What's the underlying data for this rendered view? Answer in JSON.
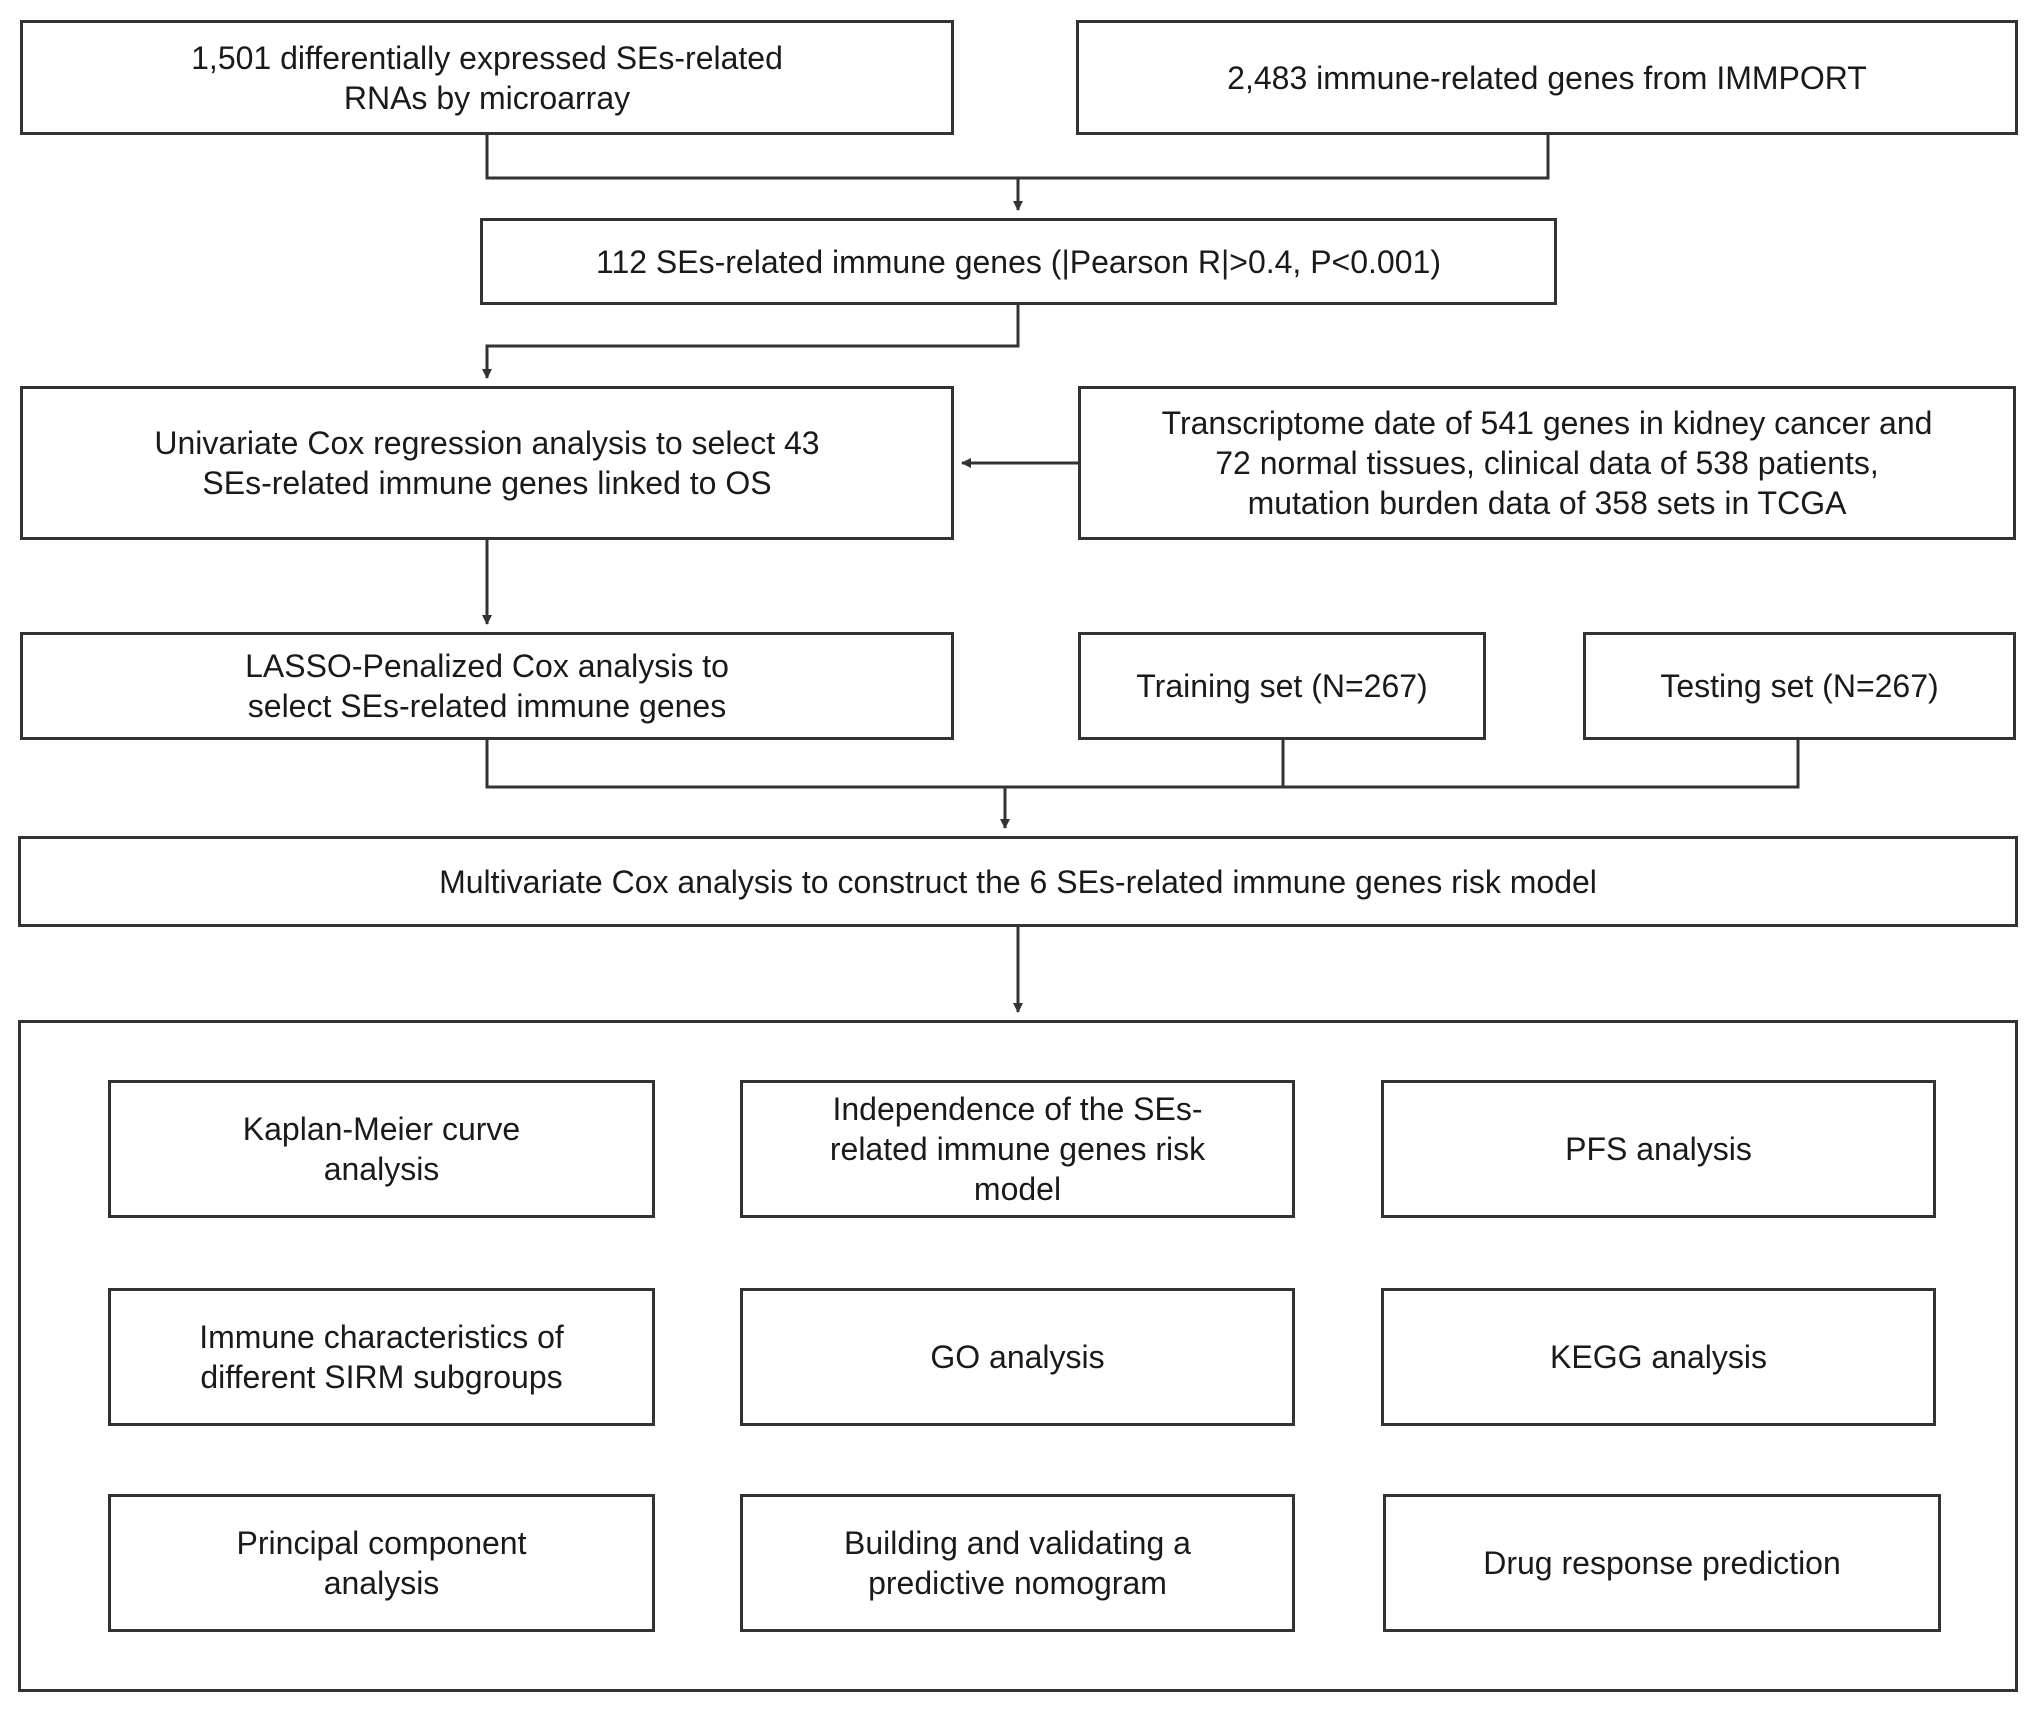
{
  "boxes": {
    "microarray": "1,501 differentially expressed SEs-related RNAs by microarray",
    "immport": "2,483 immune-related genes from IMMPORT",
    "pearson": "112 SEs-related immune genes (|Pearson R|>0.4, P<0.001)",
    "univariate": "Univariate Cox regression analysis to select 43 SEs-related immune genes linked to OS",
    "transcriptome": "Transcriptome date of 541 genes in kidney cancer and 72 normal tissues, clinical data of 538 patients, mutation burden data of 358 sets in TCGA",
    "lasso": "LASSO-Penalized Cox analysis to select SEs-related immune genes",
    "training": "Training set (N=267)",
    "testing": "Testing set (N=267)",
    "multivariate": "Multivariate Cox analysis to construct the 6 SEs-related immune genes risk model"
  },
  "analyses": {
    "km": "Kaplan-Meier curve analysis",
    "independence": "Independence of the SEs-related immune genes risk model",
    "pfs": "PFS analysis",
    "immune_char": "Immune characteristics of different SIRM subgroups",
    "go": "GO analysis",
    "kegg": "KEGG analysis",
    "pca": "Principal component analysis",
    "nomogram": "Building and validating a predictive nomogram",
    "drug": "Drug response prediction"
  }
}
